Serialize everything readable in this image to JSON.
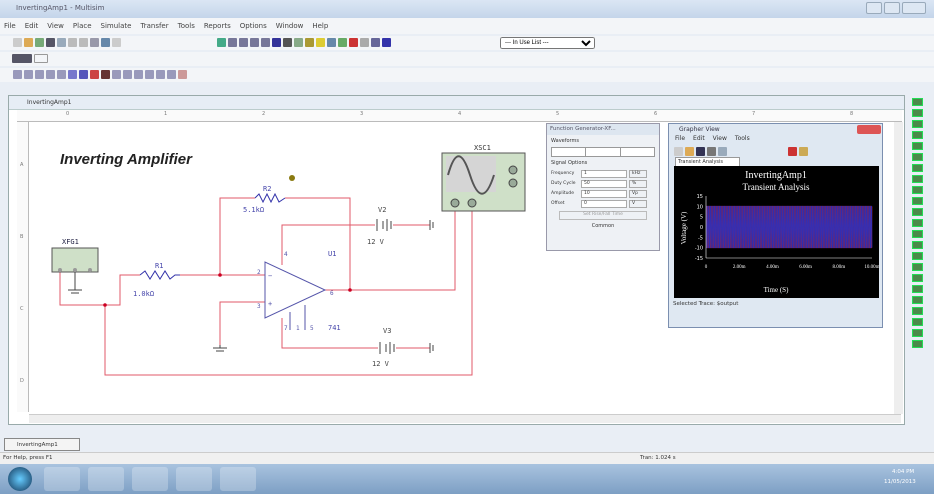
{
  "window": {
    "title": "InvertingAmp1 - Multisim"
  },
  "menu": [
    "File",
    "Edit",
    "View",
    "Place",
    "Simulate",
    "Transfer",
    "Tools",
    "Reports",
    "Options",
    "Window",
    "Help"
  ],
  "toolbar": {
    "in_use_list": "--- In Use List ---"
  },
  "workspace": {
    "title": "InvertingAmp1",
    "ruler_cols": [
      "0",
      "1",
      "2",
      "3",
      "4",
      "5",
      "6",
      "7",
      "8"
    ],
    "ruler_rows": [
      "A",
      "B",
      "C",
      "D"
    ]
  },
  "circuit": {
    "title": "Inverting Amplifier",
    "function_generator": "XFG1",
    "oscilloscope": "XSC1",
    "r1": {
      "name": "R1",
      "value": "1.0kΩ"
    },
    "r2": {
      "name": "R2",
      "value": "5.1kΩ"
    },
    "v2": {
      "name": "V2",
      "value": "12 V"
    },
    "v3": {
      "name": "V3",
      "value": "12 V"
    },
    "opamp": {
      "name": "U1",
      "model": "741",
      "pins": [
        "4",
        "2",
        "3",
        "6",
        "7",
        "1",
        "5"
      ]
    }
  },
  "function_generator": {
    "title": "Function Generator-XF...",
    "waveforms_label": "Waveforms",
    "signal_options_label": "Signal Options",
    "fields": [
      {
        "label": "Frequency",
        "value": "1",
        "unit": "kHz"
      },
      {
        "label": "Duty Cycle",
        "value": "50",
        "unit": "%"
      },
      {
        "label": "Amplitude",
        "value": "10",
        "unit": "Vp"
      },
      {
        "label": "Offset",
        "value": "0",
        "unit": "V"
      }
    ],
    "set_rise_label": "Set Rise/Fall Time",
    "common_label": "Common"
  },
  "grapher": {
    "title": "Grapher View",
    "menu": [
      "File",
      "Edit",
      "View",
      "Tools"
    ],
    "tab": "Transient Analysis",
    "selected_trace": "Selected Trace: $output"
  },
  "chart_data": {
    "type": "line",
    "title": "InvertingAmp1",
    "subtitle": "Transient Analysis",
    "xlabel": "Time (S)",
    "ylabel": "Voltage (V)",
    "xticks": [
      "0",
      "2.00m",
      "4.00m",
      "6.00m",
      "8.00m",
      "10.00m"
    ],
    "yticks": [
      "15",
      "10",
      "5",
      "0",
      "-5",
      "-10",
      "-15"
    ],
    "xlim": [
      0,
      0.01
    ],
    "ylim": [
      -15,
      15
    ],
    "series": [
      {
        "color": "#cc2222",
        "amplitude": 10,
        "frequency_hz": 1000
      },
      {
        "color": "#2233cc",
        "amplitude": 10,
        "frequency_hz": 1000
      }
    ]
  },
  "tabs": {
    "doc": "InvertingAmp1"
  },
  "status": {
    "help": "For Help, press F1",
    "tran": "Tran: 1.024 s"
  },
  "taskbar": {
    "time": "4:04 PM",
    "date": "11/05/2013"
  }
}
